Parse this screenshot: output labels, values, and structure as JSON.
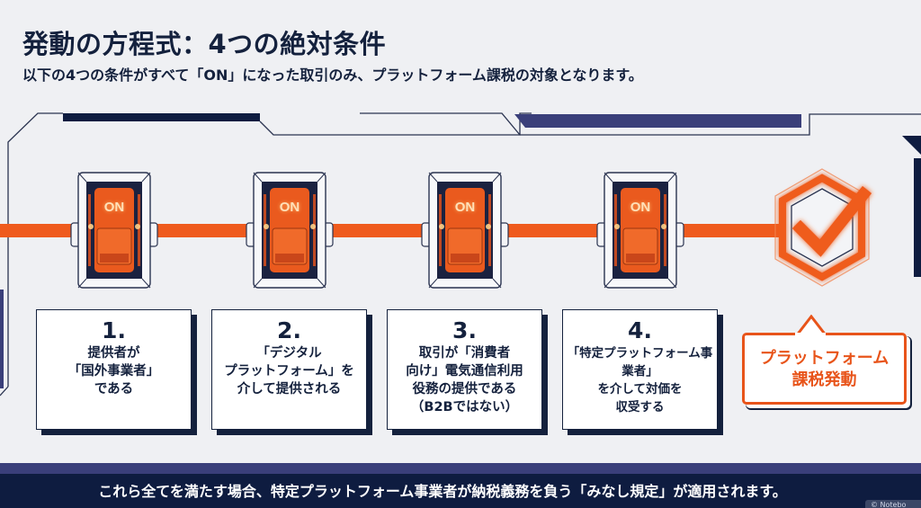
{
  "header": {
    "title": "発動の方程式：4つの絶対条件",
    "subtitle": "以下の4つの条件がすべて「ON」になった取引のみ、プラットフォーム課税の対象となります。"
  },
  "switches": [
    {
      "label": "ON",
      "state": "on"
    },
    {
      "label": "ON",
      "state": "on"
    },
    {
      "label": "ON",
      "state": "on"
    },
    {
      "label": "ON",
      "state": "on"
    }
  ],
  "conditions": [
    {
      "number": "1.",
      "text": "提供者が\n「国外事業者」\nである"
    },
    {
      "number": "2.",
      "text": "「デジタル\nプラットフォーム」を\n介して提供される"
    },
    {
      "number": "3.",
      "text": "取引が「消費者\n向け」電気通信利用\n役務の提供である\n（B2Bではない）"
    },
    {
      "number": "4.",
      "text": "「特定プラットフォーム事業者」\nを介して対価を\n収受する"
    }
  ],
  "result": {
    "icon": "check-hexagon-icon",
    "label": "プラットフォーム\n課税発動"
  },
  "footer": {
    "text": "これら全てを満たす場合、特定プラットフォーム事業者が納税義務を負う「みなし規定」が適用されます。"
  },
  "watermark": {
    "text": "© Notebo"
  },
  "colors": {
    "accent": "#e8541a",
    "navy": "#14213d",
    "band": "#3a3f7a",
    "footer_bg": "#0e1c40",
    "background": "#eff0f3"
  }
}
